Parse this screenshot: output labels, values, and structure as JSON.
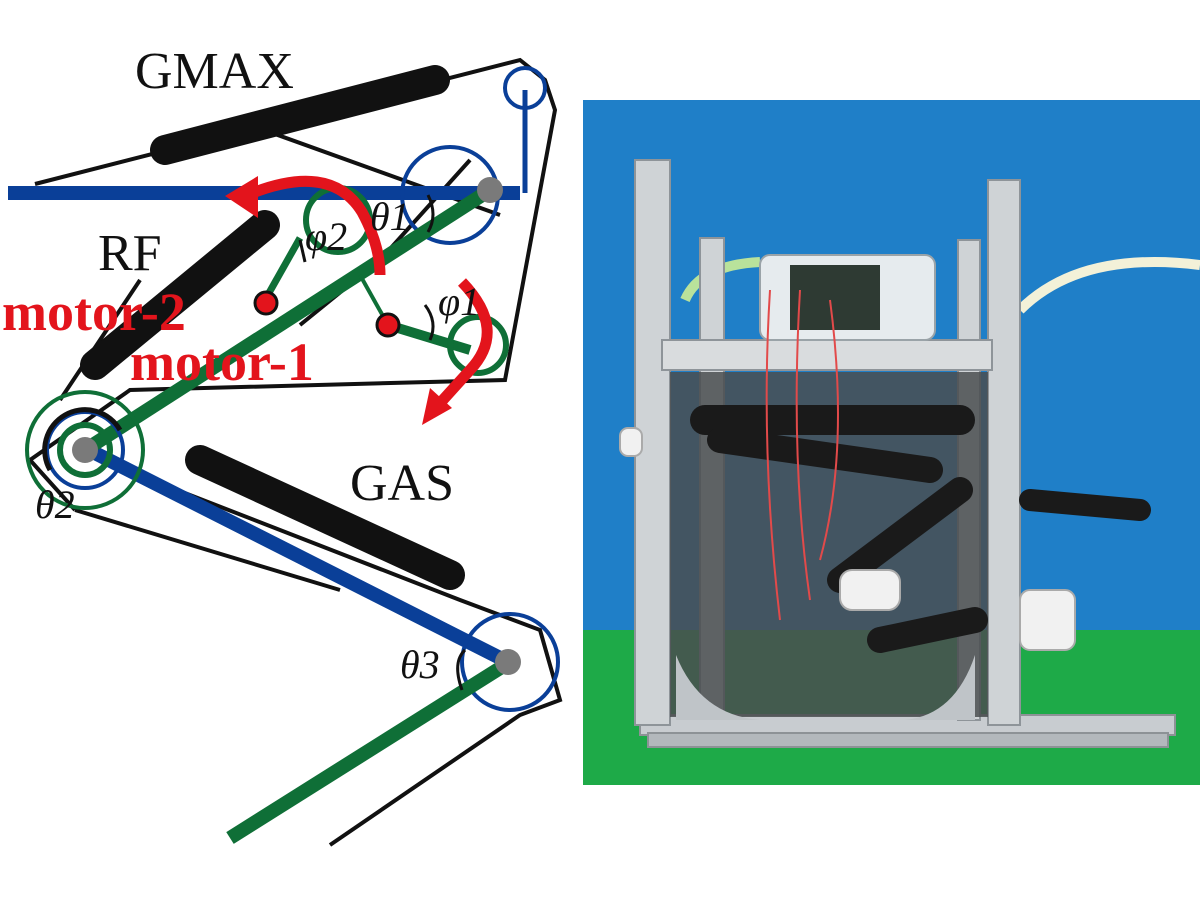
{
  "labels": {
    "gmax": "GMAX",
    "rf": "RF",
    "gas": "GAS",
    "motor2": "motor-2",
    "motor1": "motor-1",
    "theta1": "θ1",
    "theta2": "θ2",
    "theta3": "θ3",
    "phi1": "φ1",
    "phi2": "φ2"
  },
  "colors": {
    "pelvis_blue": "#0a3f98",
    "link_green": "#0f6f37",
    "muscle_black": "#111111",
    "motor_red": "#e3141c",
    "joint_gray": "#7a7a7a",
    "photo_wall_blue": "#1f7fc8",
    "photo_floor_green": "#1eaa48"
  },
  "icons": {
    "motor_rotation": "curved-arrow-icon",
    "joint": "joint-dot-icon"
  }
}
